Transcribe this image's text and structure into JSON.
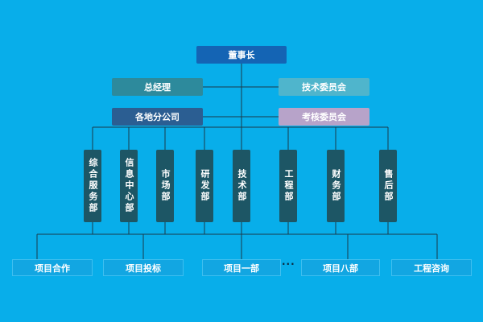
{
  "chairman": "董事长",
  "general_manager": "总经理",
  "tech_committee": "技术委员会",
  "branches": "各地分公司",
  "assessment_committee": "考核委员会",
  "departments": [
    "综合服务部",
    "信息中心部",
    "市场部",
    "研发部",
    "技术部",
    "工程部",
    "财务部",
    "售后部"
  ],
  "projects": [
    "项目合作",
    "项目投标",
    "项目一部",
    "项目八部",
    "工程咨询"
  ],
  "ellipsis": "···",
  "colors": {
    "background": "#08aeea",
    "chairman": "#1464b4",
    "general_manager": "#2d8a9c",
    "tech_committee": "#4fb5cc",
    "branches": "#2b5e92",
    "assessment_committee": "#b7a3c9",
    "department": "#1d5665",
    "project": "#12a6e2",
    "connector": "#1a3a4a"
  }
}
